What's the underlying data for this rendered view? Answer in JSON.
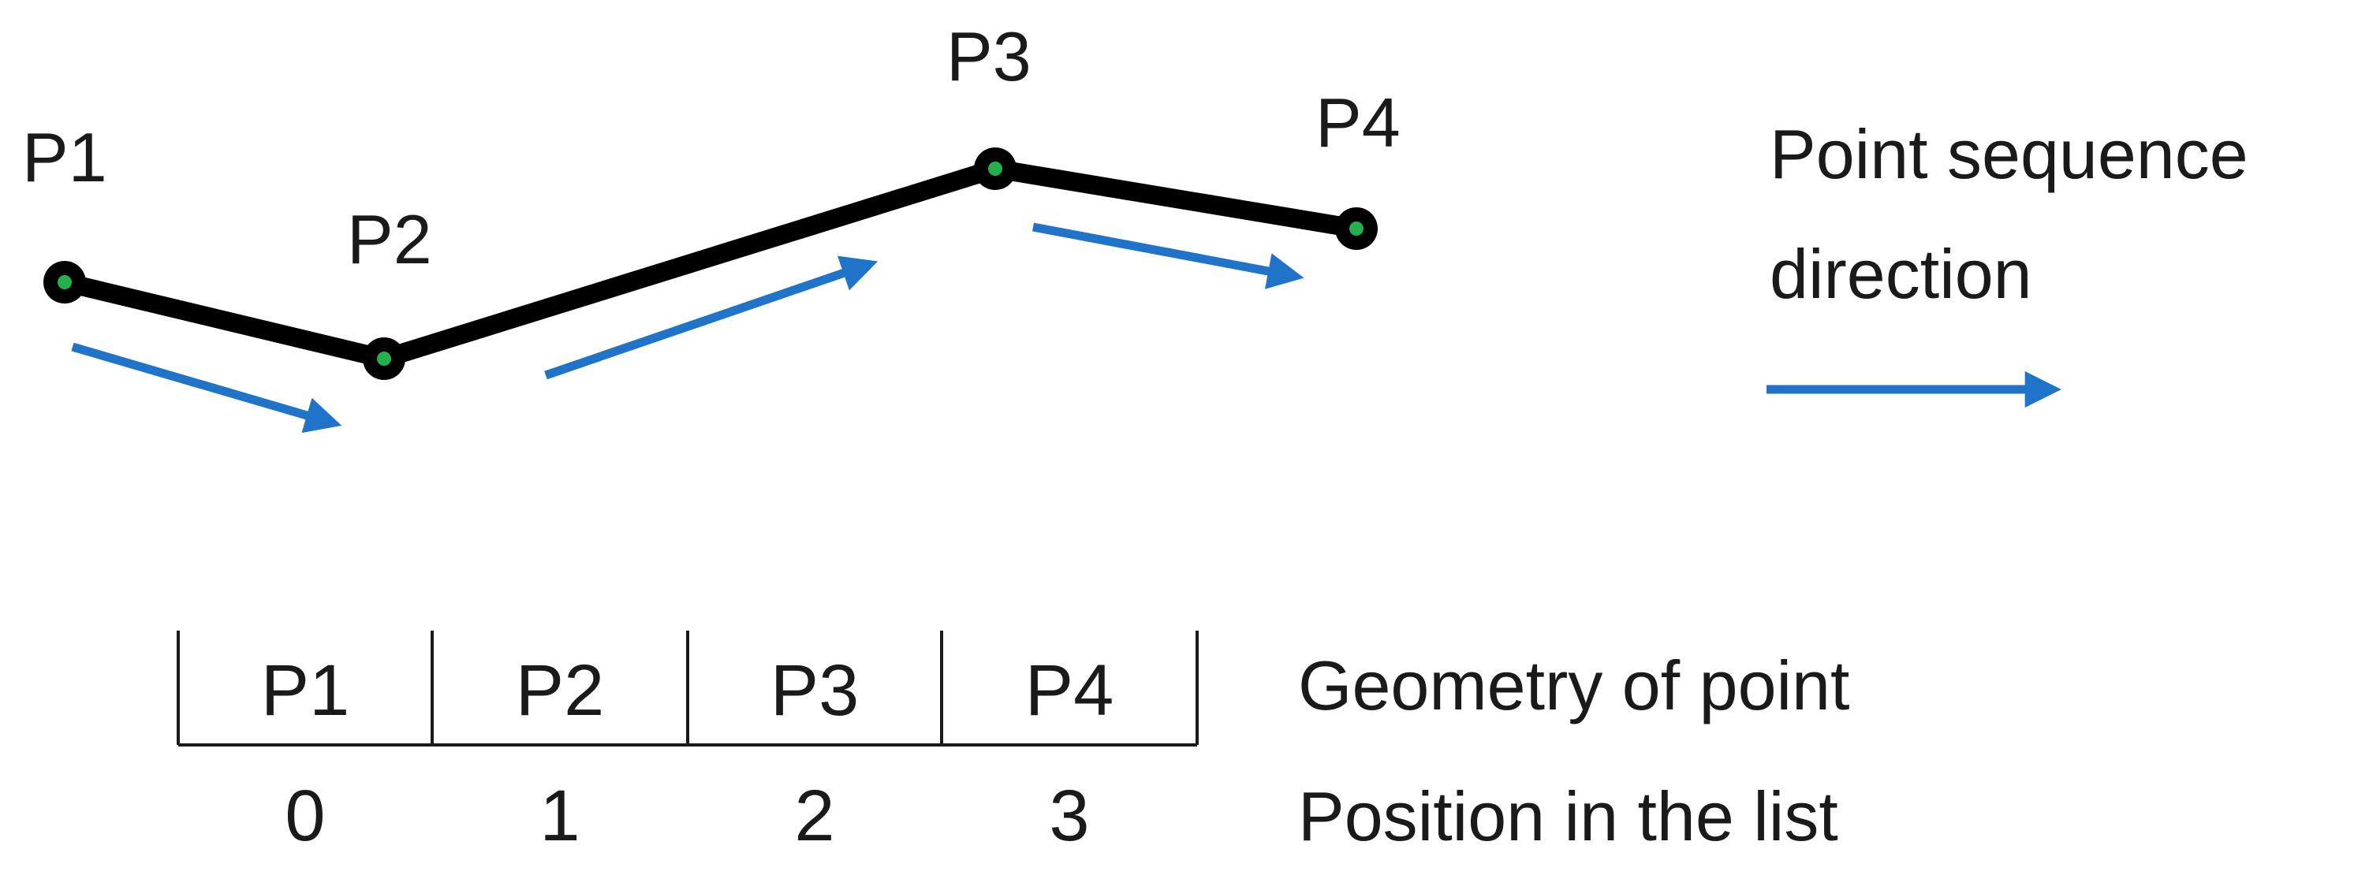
{
  "points": [
    {
      "name": "P1"
    },
    {
      "name": "P2"
    },
    {
      "name": "P3"
    },
    {
      "name": "P4"
    }
  ],
  "legend": {
    "line1": "Point sequence",
    "line2": "direction"
  },
  "table": {
    "cells": [
      "P1",
      "P2",
      "P3",
      "P4"
    ],
    "positions": [
      "0",
      "1",
      "2",
      "3"
    ],
    "geometry_label": "Geometry of point",
    "position_label": "Position in the list"
  },
  "colors": {
    "line": "#000000",
    "vertex": "#22b14c",
    "arrow": "#1f74c9",
    "text": "#1a1a1a"
  }
}
